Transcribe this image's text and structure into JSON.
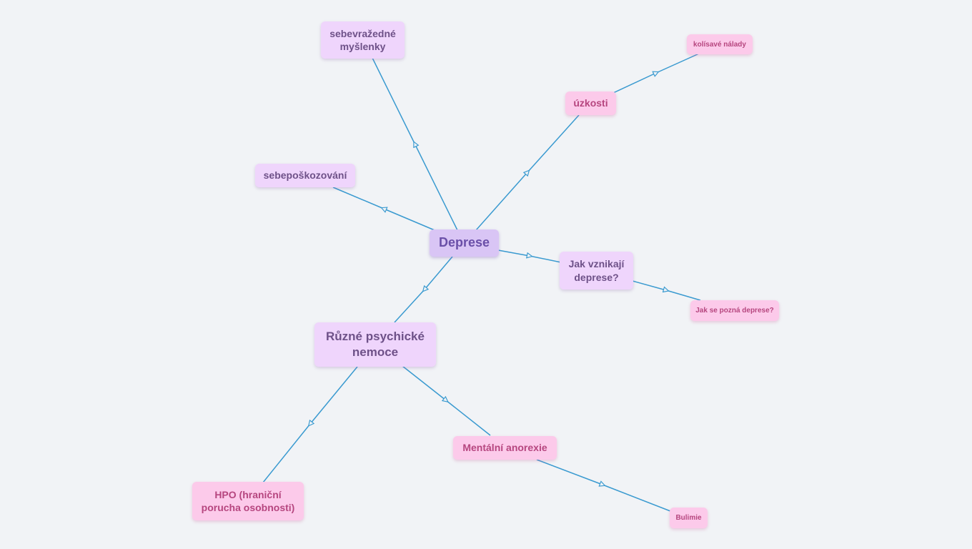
{
  "nodes": {
    "deprese": "Deprese",
    "sebevrazedne": "sebevražedné myšlenky",
    "sebeposkozovani": "sebepoškozování",
    "uzkosti": "úzkosti",
    "kolisave": "kolísavé nálady",
    "jak_vznikaji": "Jak vznikají deprese?",
    "jak_se_pozna": "Jak se pozná deprese?",
    "ruzne": "Různé psychické nemoce",
    "mentalni": "Mentální anorexie",
    "bulimie": "Bulimie",
    "hpo": "HPO (hraniční porucha osobnosti)"
  },
  "colors": {
    "background": "#f1f3f6",
    "edge": "#3a9ad0",
    "root_bg": "#d9c5f5",
    "lilac_bg": "#efd5fc",
    "pink_bg": "#fccaea"
  }
}
